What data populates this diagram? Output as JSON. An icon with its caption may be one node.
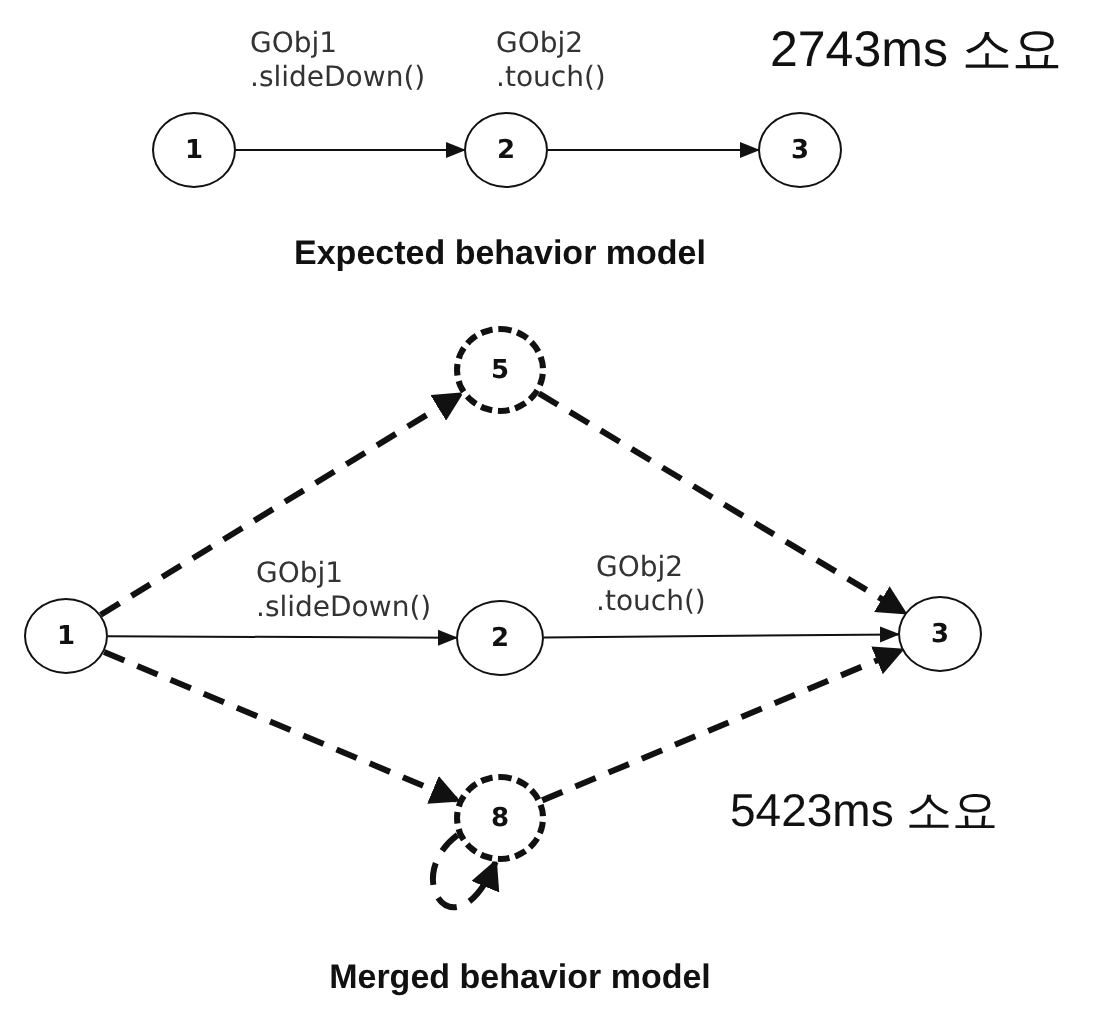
{
  "diagram": {
    "nodes": [
      {
        "text": [
          "1"
        ]
      },
      {
        "text": [
          "2"
        ]
      },
      {
        "text": [
          "3"
        ]
      },
      {
        "text": [
          "5"
        ]
      },
      {
        "text": [
          "1"
        ]
      },
      {
        "text": [
          "2"
        ]
      },
      {
        "text": [
          "3"
        ]
      },
      {
        "text": [
          "8"
        ]
      }
    ],
    "edges": [
      {
        "from": 0,
        "to": 1,
        "arrow": "to",
        "label": "GObj1 .slideDown()"
      },
      {
        "from": 1,
        "to": 2,
        "arrow": "to",
        "label": "GObj2 .touch()"
      },
      {
        "from": 4,
        "to": 3,
        "arrow": "to",
        "style": "dashed"
      },
      {
        "from": 3,
        "to": 6,
        "arrow": "to",
        "style": "dashed"
      },
      {
        "from": 4,
        "to": 5,
        "arrow": "to",
        "label": "GObj1 .slideDown()"
      },
      {
        "from": 5,
        "to": 6,
        "arrow": "to",
        "label": "GObj2 .touch()"
      },
      {
        "from": 4,
        "to": 7,
        "arrow": "to",
        "style": "dashed"
      },
      {
        "from": 7,
        "to": 6,
        "arrow": "to",
        "style": "dashed"
      },
      {
        "from": 7,
        "to": 7,
        "arrow": "to",
        "style": "dashed"
      }
    ],
    "labels": [
      "2743ms 소요",
      "Expected behavior model",
      "5423ms 소요",
      "Merged behavior model"
    ]
  }
}
